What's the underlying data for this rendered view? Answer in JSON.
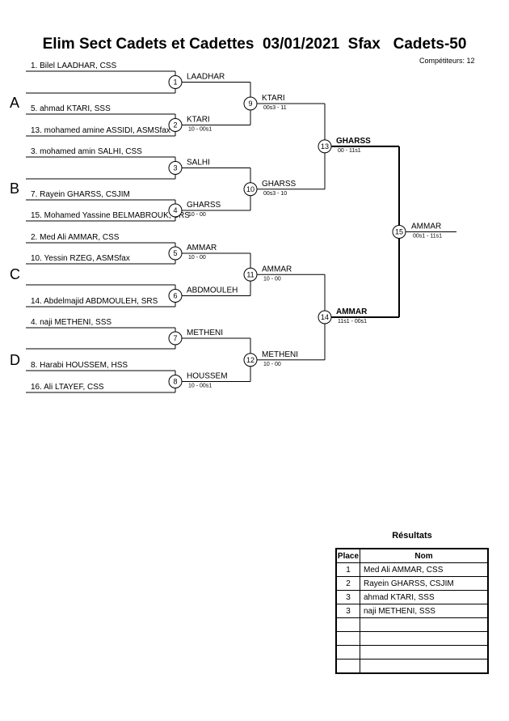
{
  "title": "Elim Sect Cadets et Cadettes  03/01/2021  Sfax   Cadets-50",
  "competitors_label": "Compétiteurs: 12",
  "pools": [
    "A",
    "B",
    "C",
    "D"
  ],
  "entrants": [
    "1. Bilel LAADHAR, CSS",
    "",
    "5. ahmad KTARI, SSS",
    "13. mohamed amine ASSIDI, ASMSfax",
    "3. mohamed amin SALHI, CSS",
    "",
    "7. Rayein GHARSS, CSJIM",
    "15. Mohamed Yassine BELMABROUK, SRS",
    "2. Med Ali AMMAR, CSS",
    "10. Yessin RZEG, ASMSfax",
    "",
    "14. Abdelmajid ABDMOULEH, SRS",
    "4. naji METHENI, SSS",
    "",
    "8. Harabi HOUSSEM, HSS",
    "16. Ali LTAYEF, CSS"
  ],
  "matches": [
    {
      "num": "1",
      "winner": "LAADHAR",
      "score": ""
    },
    {
      "num": "2",
      "winner": "KTARI",
      "score": "10 - 00s1"
    },
    {
      "num": "3",
      "winner": "SALHI",
      "score": ""
    },
    {
      "num": "4",
      "winner": "GHARSS",
      "score": "10 - 00"
    },
    {
      "num": "5",
      "winner": "AMMAR",
      "score": "10 - 00"
    },
    {
      "num": "6",
      "winner": "ABDMOULEH",
      "score": ""
    },
    {
      "num": "7",
      "winner": "METHENI",
      "score": ""
    },
    {
      "num": "8",
      "winner": "HOUSSEM",
      "score": "10 - 00s1"
    },
    {
      "num": "9",
      "winner": "KTARI",
      "score": "00s3 - 11"
    },
    {
      "num": "10",
      "winner": "GHARSS",
      "score": "00s3 - 10"
    },
    {
      "num": "11",
      "winner": "AMMAR",
      "score": "10 - 00"
    },
    {
      "num": "12",
      "winner": "METHENI",
      "score": "10 - 00"
    },
    {
      "num": "13",
      "winner": "GHARSS",
      "score": "00 - 11s1"
    },
    {
      "num": "14",
      "winner": "AMMAR",
      "score": "11s1 - 00s1"
    },
    {
      "num": "15",
      "winner": "AMMAR",
      "score": "00s1 - 11s1"
    }
  ],
  "results": {
    "title": "Résultats",
    "headers": {
      "place": "Place",
      "name": "Nom"
    },
    "rows": [
      {
        "place": "1",
        "name": "Med Ali AMMAR, CSS"
      },
      {
        "place": "2",
        "name": "Rayein GHARSS, CSJIM"
      },
      {
        "place": "3",
        "name": "ahmad KTARI, SSS"
      },
      {
        "place": "3",
        "name": "naji METHENI, SSS"
      },
      {
        "place": "",
        "name": ""
      },
      {
        "place": "",
        "name": ""
      },
      {
        "place": "",
        "name": ""
      },
      {
        "place": "",
        "name": ""
      }
    ]
  }
}
